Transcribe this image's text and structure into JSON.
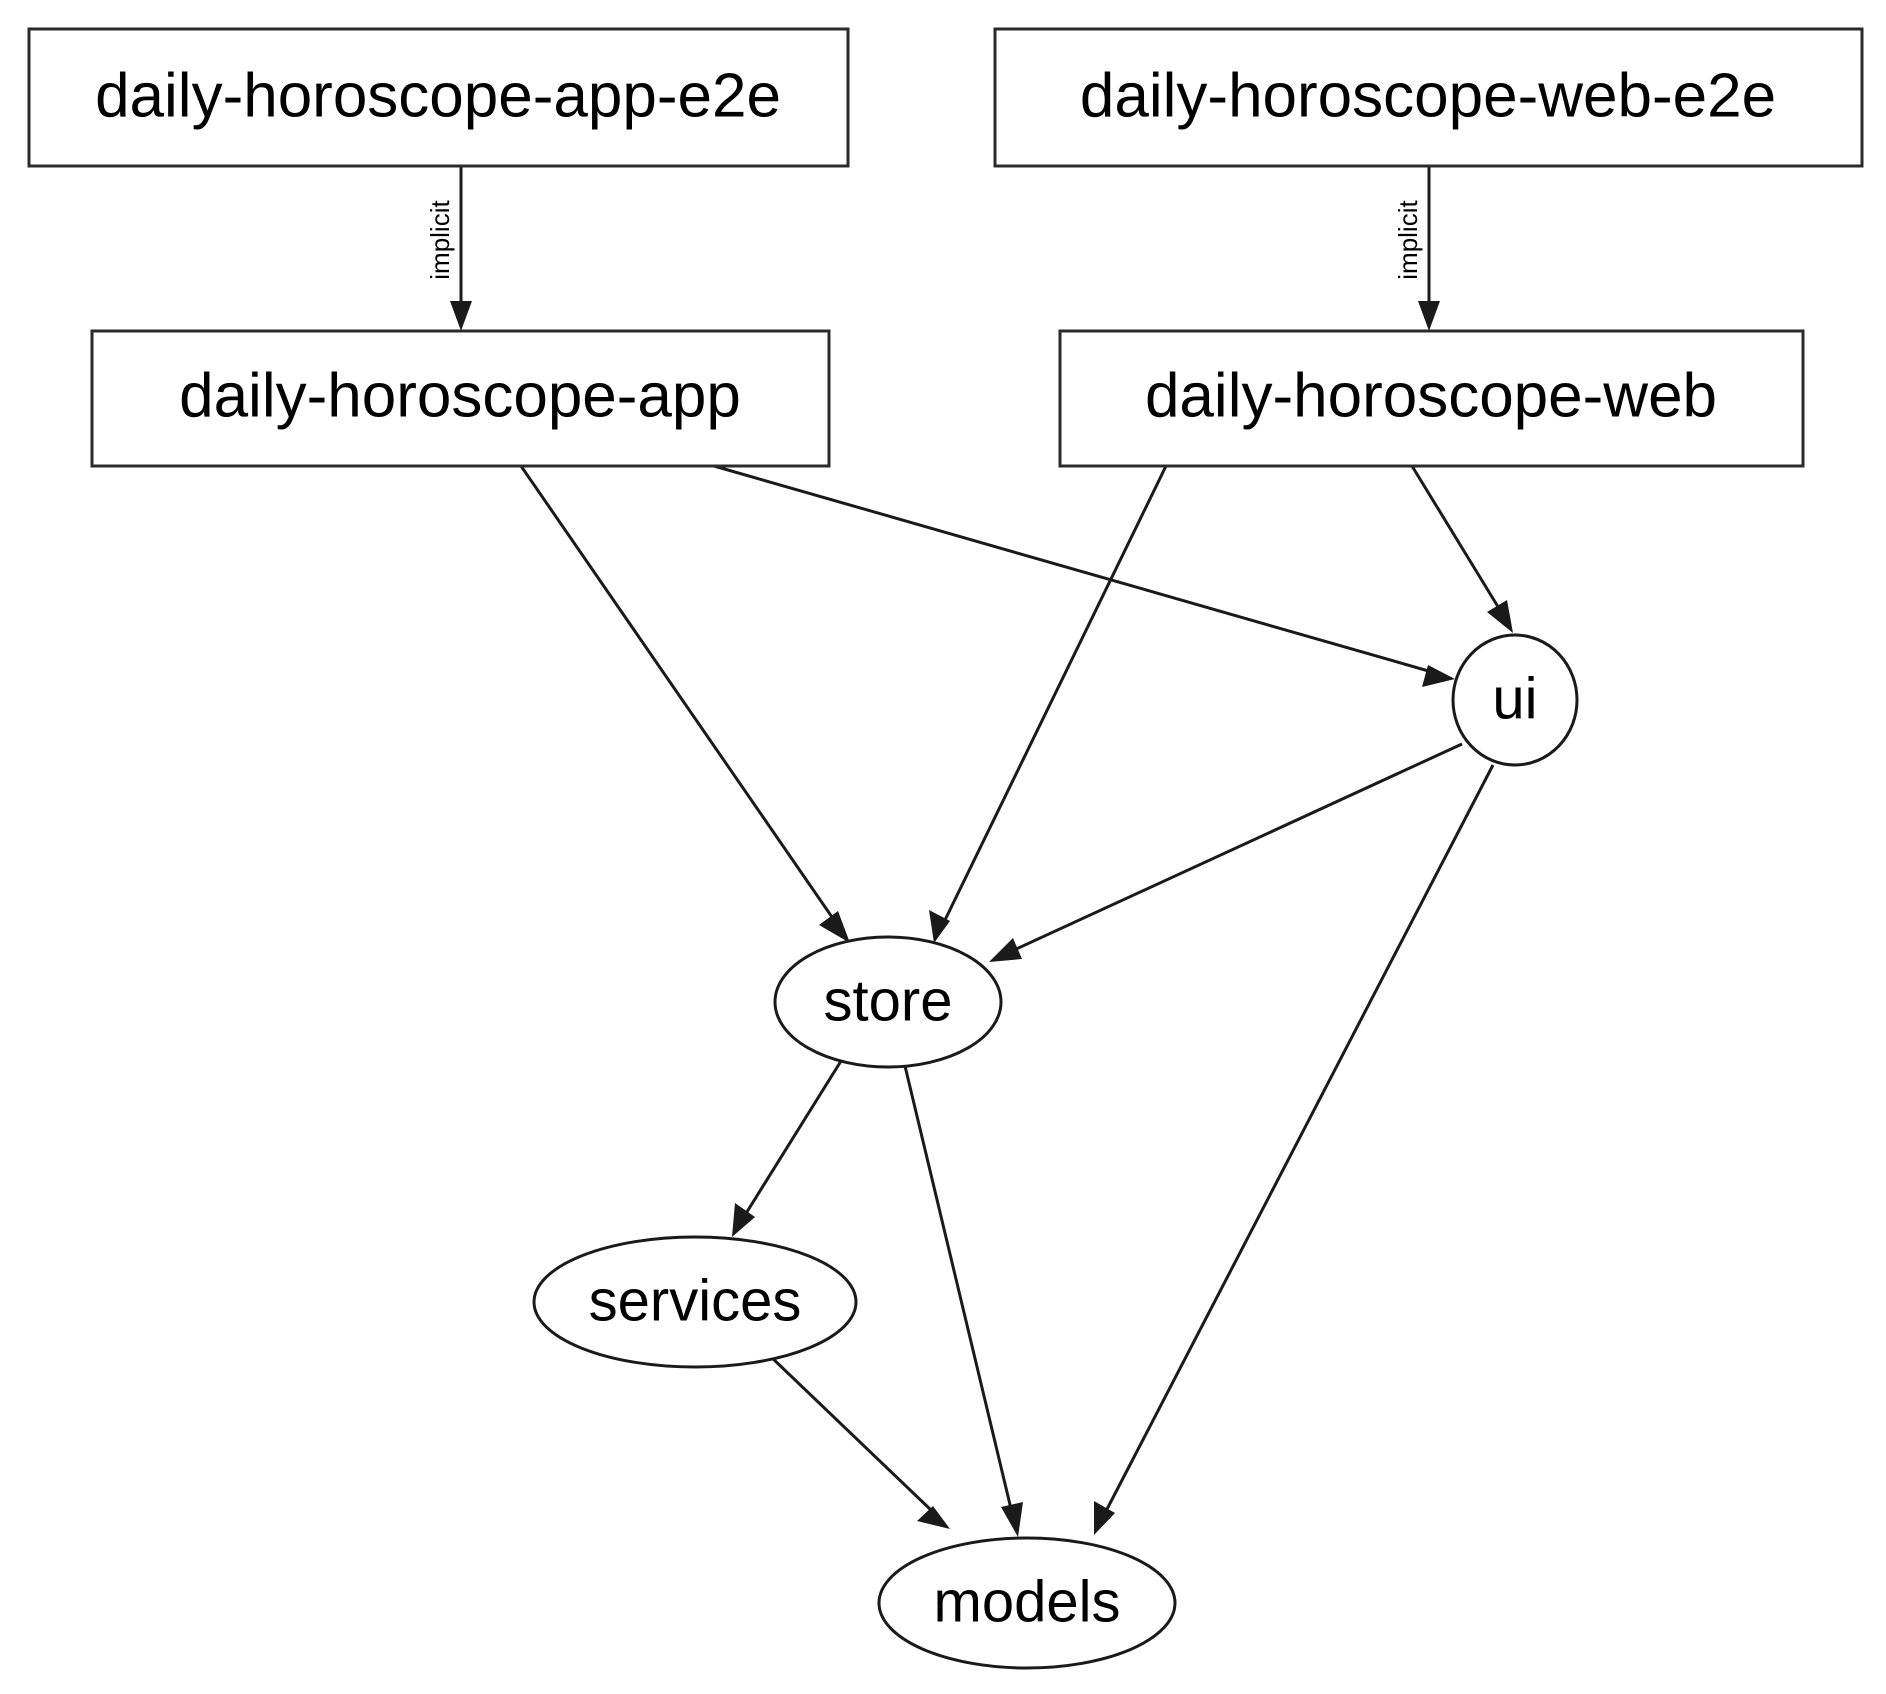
{
  "diagram": {
    "type": "dependency-graph",
    "title": "",
    "background_color": "#ffffff",
    "node_stroke_color": "#1a1a1a",
    "edge_color": "#1a1a1a",
    "text_color": "#000000",
    "nodes": [
      {
        "id": "daily-horoscope-app-e2e",
        "label": "daily-horoscope-app-e2e",
        "shape": "rectangle"
      },
      {
        "id": "daily-horoscope-web-e2e",
        "label": "daily-horoscope-web-e2e",
        "shape": "rectangle"
      },
      {
        "id": "daily-horoscope-app",
        "label": "daily-horoscope-app",
        "shape": "rectangle"
      },
      {
        "id": "daily-horoscope-web",
        "label": "daily-horoscope-web",
        "shape": "rectangle"
      },
      {
        "id": "ui",
        "label": "ui",
        "shape": "ellipse"
      },
      {
        "id": "store",
        "label": "store",
        "shape": "ellipse"
      },
      {
        "id": "services",
        "label": "services",
        "shape": "ellipse"
      },
      {
        "id": "models",
        "label": "models",
        "shape": "ellipse"
      }
    ],
    "edges": [
      {
        "from": "daily-horoscope-app-e2e",
        "to": "daily-horoscope-app",
        "label": "implicit"
      },
      {
        "from": "daily-horoscope-web-e2e",
        "to": "daily-horoscope-web",
        "label": "implicit"
      },
      {
        "from": "daily-horoscope-app",
        "to": "store",
        "label": ""
      },
      {
        "from": "daily-horoscope-app",
        "to": "ui",
        "label": ""
      },
      {
        "from": "daily-horoscope-web",
        "to": "store",
        "label": ""
      },
      {
        "from": "daily-horoscope-web",
        "to": "ui",
        "label": ""
      },
      {
        "from": "ui",
        "to": "store",
        "label": ""
      },
      {
        "from": "ui",
        "to": "models",
        "label": ""
      },
      {
        "from": "store",
        "to": "services",
        "label": ""
      },
      {
        "from": "store",
        "to": "models",
        "label": ""
      },
      {
        "from": "services",
        "to": "models",
        "label": ""
      }
    ],
    "edge_labels": {
      "app_e2e_implicit": "implicit",
      "web_e2e_implicit": "implicit"
    }
  }
}
